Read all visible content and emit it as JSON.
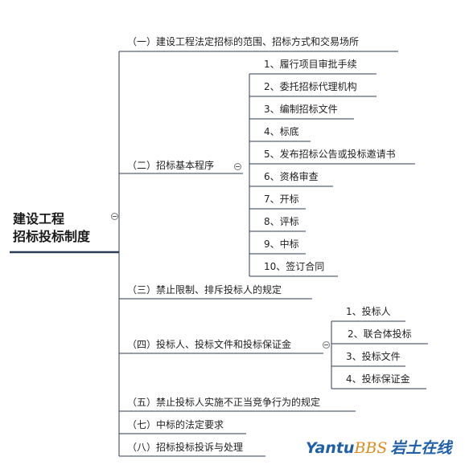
{
  "root": {
    "line1": "建设工程",
    "line2": "招标投标制度"
  },
  "branches": {
    "b1": "（一）建设工程法定招标的范围、招标方式和交易场所",
    "b2": "（二）招标基本程序",
    "b3": "（三）禁止限制、排斥投标人的规定",
    "b4": "（四）投标人、投标文件和投标保证金",
    "b5": "（五）禁止投标人实施不正当竞争行为的规定",
    "b7": "（七）中标的法定要求",
    "b8": "（八）招标投标投诉与处理"
  },
  "procedure": [
    "1、履行项目审批手续",
    "2、委托招标代理机构",
    "3、编制招标文件",
    "4、标底",
    "5、发布招标公告或投标邀请书",
    "6、资格审查",
    "7、开标",
    "8、评标",
    "9、中标",
    "10、签订合同"
  ],
  "bidder": [
    "1、投标人",
    "2、联合体投标",
    "3、投标文件",
    "4、投标保证金"
  ],
  "watermark": {
    "yantu": "Yantu",
    "bbs": "BBS",
    "cn": "岩土在线"
  }
}
